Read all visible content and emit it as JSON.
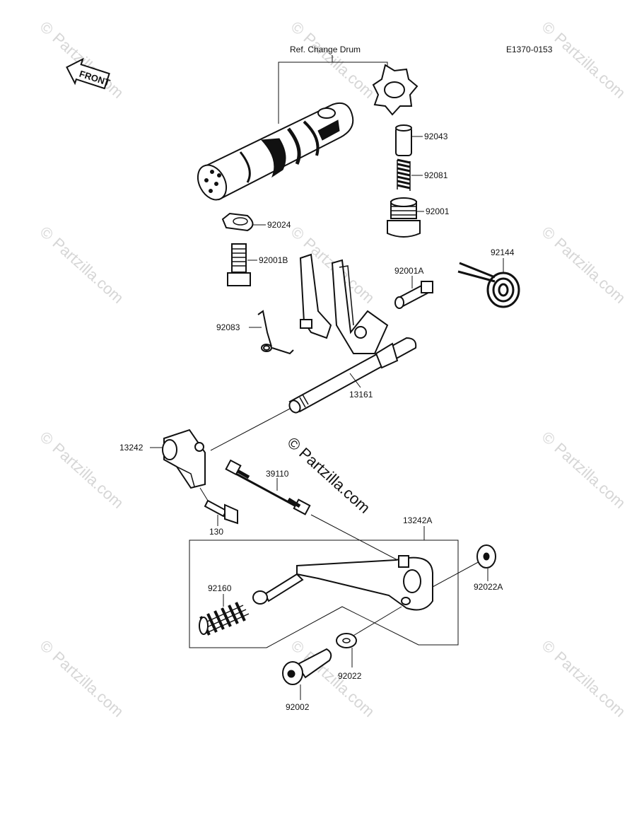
{
  "header": {
    "ref_label": "Ref. Change Drum",
    "diagram_code": "E1370-0153",
    "front_label": "FRONT"
  },
  "watermark": {
    "symbol": "©",
    "text": "Partzilla.com",
    "center_text": "© Partzilla.com"
  },
  "parts": {
    "p92043": "92043",
    "p92081": "92081",
    "p92001": "92001",
    "p92024": "92024",
    "p92001B": "92001B",
    "p92144": "92144",
    "p92001A": "92001A",
    "p92083": "92083",
    "p13161": "13161",
    "p13242": "13242",
    "p39110": "39110",
    "p130": "130",
    "p13242A": "13242A",
    "p92160": "92160",
    "p92022A": "92022A",
    "p92022": "92022",
    "p92002": "92002"
  },
  "colors": {
    "line": "#111111",
    "watermark": "#d6d6d6",
    "background": "#ffffff"
  }
}
